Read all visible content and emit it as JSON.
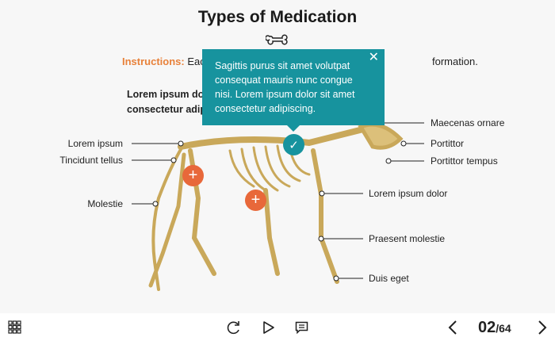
{
  "title": "Types of Medication",
  "instructions": {
    "label": "Instructions:",
    "text_before": "Eac",
    "text_after": "formation."
  },
  "intro_lines": [
    "Lorem ipsum do",
    "consectetur adip"
  ],
  "popup": {
    "text": "Sagittis purus sit amet volutpat consequat mauris nunc congue nisi. Lorem ipsum dolor sit amet consectetur adipiscing.",
    "close": "✕"
  },
  "labels_left": [
    "Lorem ipsum",
    "Tincidunt tellus",
    "Molestie"
  ],
  "labels_right": [
    "Maecenas ornare",
    "Portittor",
    "Portittor tempus",
    "Lorem ipsum dolor",
    "Praesent molestie",
    "Duis eget"
  ],
  "colors": {
    "accent": "#17939e",
    "hotspot": "#e8683a",
    "instructions": "#e8813a"
  },
  "nav": {
    "current": "02",
    "total": "/64"
  }
}
